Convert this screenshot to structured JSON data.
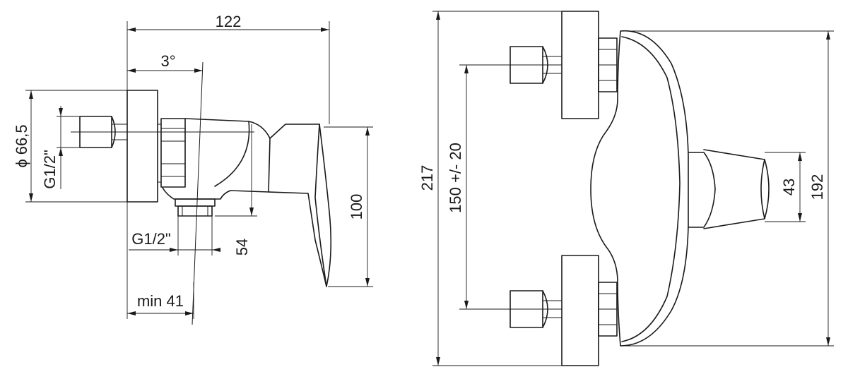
{
  "side_view": {
    "width": "122",
    "angle": "3°",
    "diameter_symbol": "ϕ",
    "diameter": "66,5",
    "thread_top": "G1/2\"",
    "thread_bottom": "G1/2\"",
    "depth_54": "54",
    "height_100": "100",
    "min_wall": "min 41"
  },
  "front_view": {
    "total_height": "217",
    "centres": "150 +/- 20",
    "body_height": "192",
    "knob_diameter": "43"
  }
}
